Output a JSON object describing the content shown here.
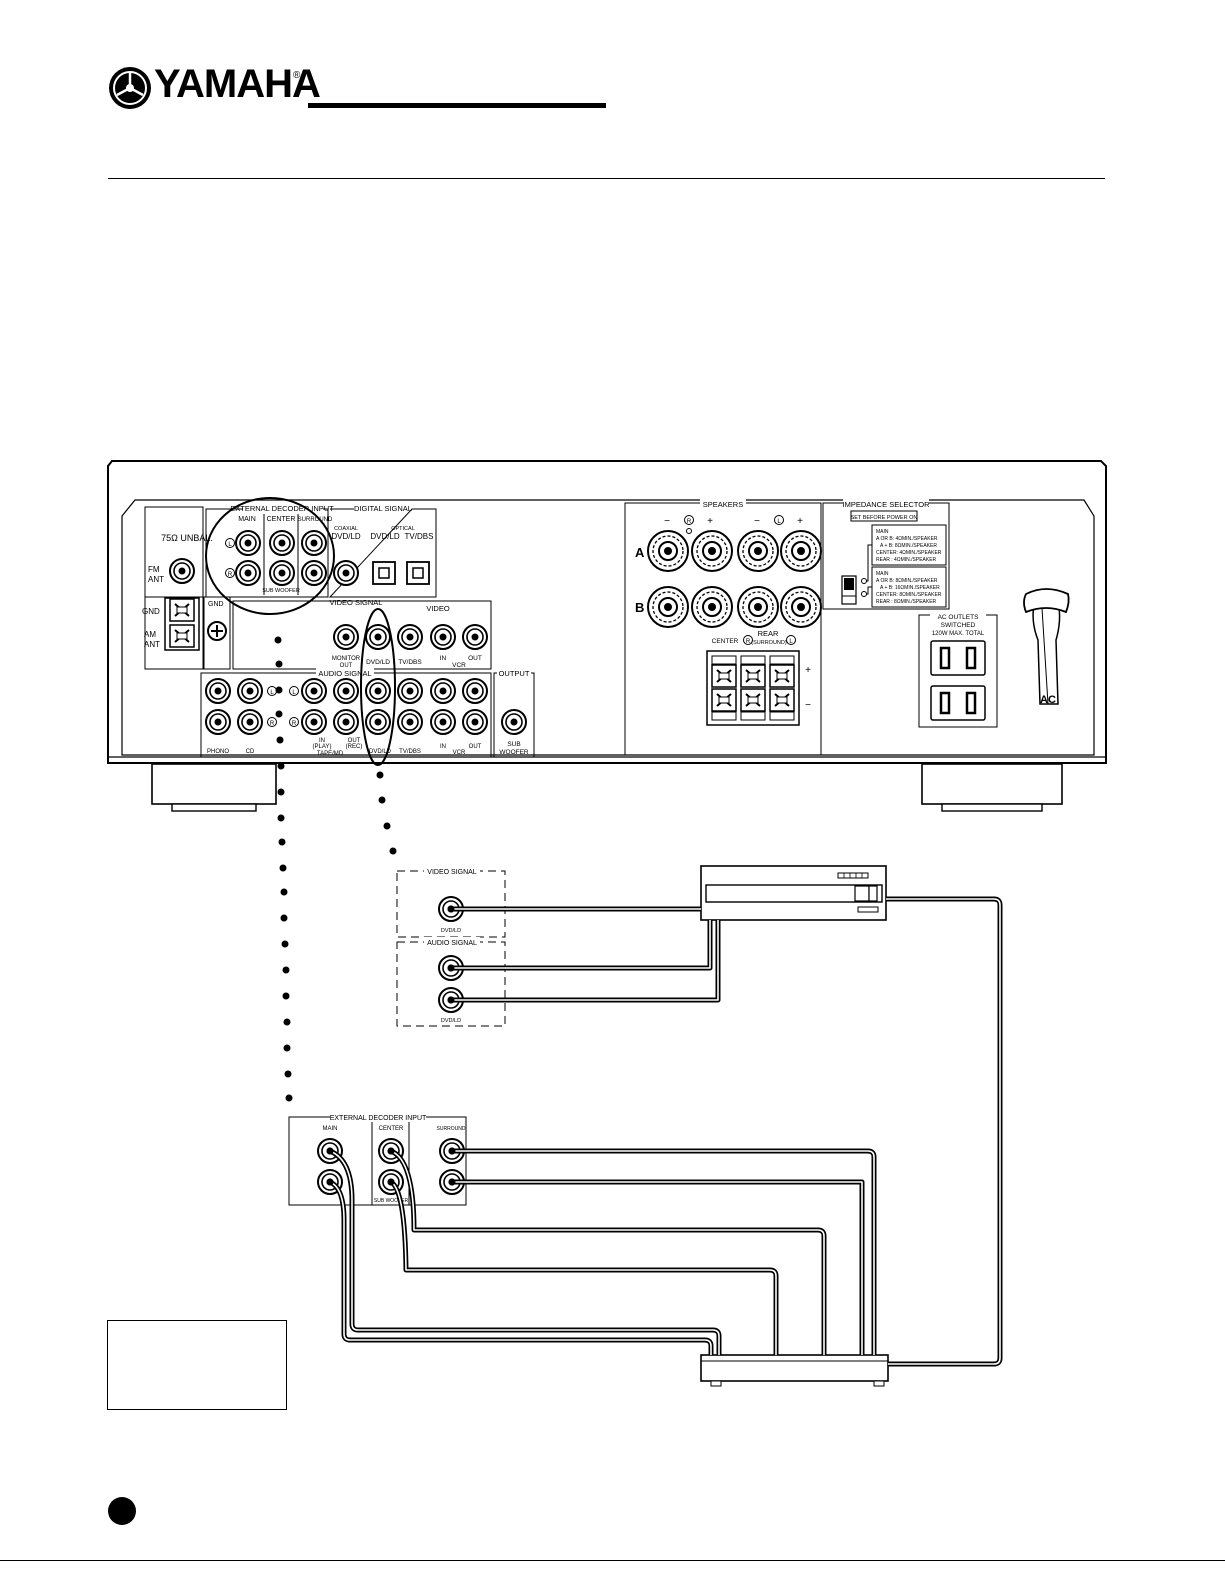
{
  "header": {
    "brand": "YAMAHA",
    "registered_mark": "®"
  },
  "receiver": {
    "antenna": {
      "unbal": "75Ω UNBAL.",
      "fm": [
        "FM",
        "ANT"
      ],
      "gnd": "GND",
      "am": [
        "AM",
        "ANT"
      ],
      "gnd_terminal": "GND"
    },
    "external_decoder_input": {
      "title": "EXTERNAL DECODER INPUT",
      "main": "MAIN",
      "center": "CENTER",
      "surround": "SURROUND",
      "sub_woofer": "SUB WOOFER",
      "left": "L",
      "right": "R"
    },
    "digital_signal": {
      "title": "DIGITAL SIGNAL",
      "coaxial": "COAXIAL",
      "coaxial_jack": "DVD/LD",
      "optical": "OPTICAL",
      "optical_jacks": [
        "DVD/LD",
        "TV/DBS"
      ]
    },
    "video_signal": {
      "title": "VIDEO SIGNAL",
      "video": "VIDEO",
      "jacks": [
        "MONITOR OUT",
        "DVD/LD",
        "TV/DBS",
        "IN",
        "OUT"
      ],
      "vcr": "VCR"
    },
    "audio_signal": {
      "title": "AUDIO SIGNAL",
      "left": "L",
      "right": "R",
      "labels": [
        "PHONO",
        "CD",
        "IN (PLAY)",
        "OUT (REC)",
        "DVD/LD",
        "TV/DBS",
        "IN",
        "VCR",
        "OUT"
      ],
      "tape": "TAPE/MD"
    },
    "output": {
      "title": "OUTPUT",
      "sub_woofer": [
        "SUB",
        "WOOFER"
      ]
    },
    "speakers": {
      "title": "SPEAKERS",
      "minus": "−",
      "plus": "+",
      "right": "R",
      "left": "L",
      "a": "A",
      "b": "B",
      "rear": "REAR",
      "center": "CENTER",
      "surround": "(SURROUND)"
    },
    "impedance_selector": {
      "title": "IMPEDANCE SELECTOR",
      "notice": "SET BEFORE POWER ON",
      "upper": [
        "MAIN",
        "A OR B: 4ΩMIN./SPEAKER",
        "A + B: 8ΩMIN./SPEAKER",
        "CENTER: 4ΩMIN./SPEAKER",
        "REAR : 4ΩMIN./SPEAKER"
      ],
      "lower": [
        "MAIN",
        "A OR B: 8ΩMIN./SPEAKER",
        "A + B: 16ΩMIN./SPEAKER",
        "CENTER: 8ΩMIN./SPEAKER",
        "REAR : 8ΩMIN./SPEAKER"
      ]
    },
    "ac_outlets": {
      "title": "AC OUTLETS",
      "switched": "SWITCHED",
      "rating": "120W MAX. TOTAL",
      "ac": "AC"
    }
  },
  "detail_panels": {
    "video_signal": "VIDEO SIGNAL",
    "video_jack": "DVD/LD",
    "audio_signal": "AUDIO SIGNAL",
    "audio_jack": "DVD/LD",
    "decoder": {
      "title": "EXTERNAL DECODER INPUT",
      "main": "MAIN",
      "center": "CENTER",
      "surround": "SURROUND",
      "sub_woofer": "SUB WOOFER"
    }
  },
  "colors": {
    "ink": "#000000",
    "paper": "#ffffff"
  }
}
